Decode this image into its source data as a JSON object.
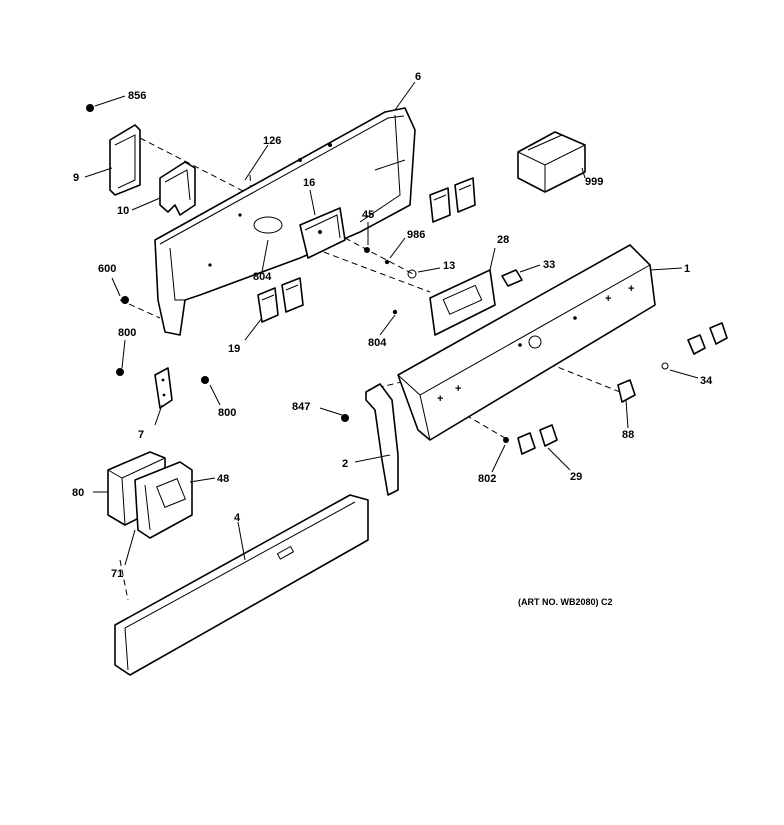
{
  "diagram": {
    "labels": {
      "l856": "856",
      "l6": "6",
      "l126": "126",
      "l9": "9",
      "l10": "10",
      "l16": "16",
      "l45": "45",
      "l986": "986",
      "l28": "28",
      "l13": "13",
      "l33": "33",
      "l1": "1",
      "l999": "999",
      "l600a": "600",
      "l804a": "804",
      "l804b": "804",
      "l19": "19",
      "l800a": "800",
      "l800b": "800",
      "l7": "7",
      "l847": "847",
      "l34": "34",
      "l88": "88",
      "l2": "2",
      "l802": "802",
      "l29": "29",
      "l80": "80",
      "l48": "48",
      "l4": "4",
      "l71": "71"
    },
    "art_number": "(ART NO. WB2080) C2"
  }
}
